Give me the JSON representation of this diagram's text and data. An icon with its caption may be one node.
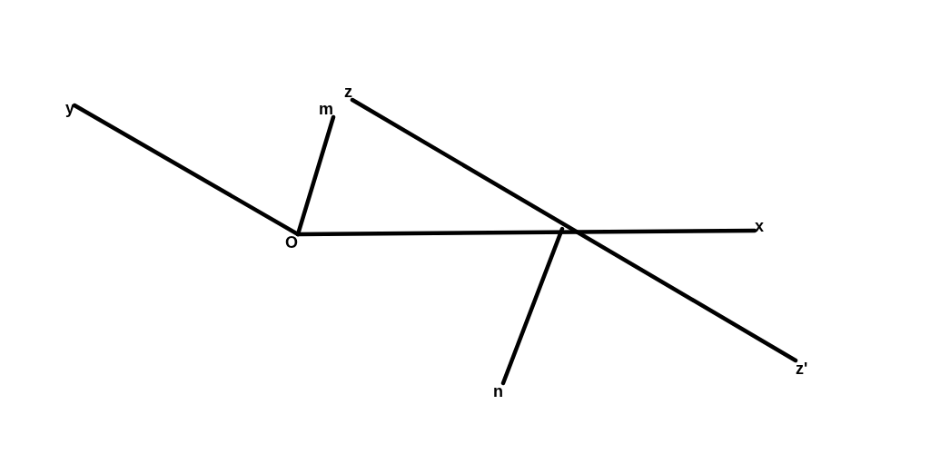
{
  "diagram": {
    "nodes": [
      {
        "text": [
          "y"
        ]
      },
      {
        "text": [
          "z"
        ]
      },
      {
        "text": [
          "m"
        ]
      },
      {
        "text": [
          "O"
        ]
      },
      {
        "text": [
          "x"
        ]
      },
      {
        "text": [
          "n"
        ]
      },
      {
        "text": [
          "z'"
        ]
      }
    ],
    "edges": [
      {
        "from": 0,
        "to": 3,
        "arrow": "none"
      },
      {
        "from": 3,
        "to": 2,
        "arrow": "none"
      },
      {
        "from": 3,
        "to": 4,
        "arrow": "none"
      },
      {
        "from": 1,
        "to": 6,
        "arrow": "none"
      },
      {
        "from": 5,
        "to": null,
        "arrow": "none"
      }
    ]
  }
}
